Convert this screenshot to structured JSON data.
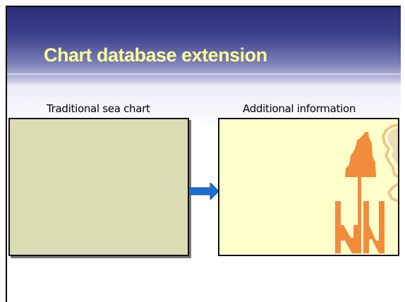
{
  "slide": {
    "title": "Chart database extension",
    "left_label": "Traditional sea chart",
    "right_label": "Additional information"
  },
  "colors": {
    "title_text": "#ffff99",
    "header_dark": "#2a2e78",
    "left_panel": "#dcdcb4",
    "right_panel": "#ffffcc",
    "arrow": "#1a6fd0",
    "map_orange": "#f08c3c"
  },
  "icons": {
    "arrow": "right-arrow-icon",
    "north": "north-arrow-icon"
  }
}
